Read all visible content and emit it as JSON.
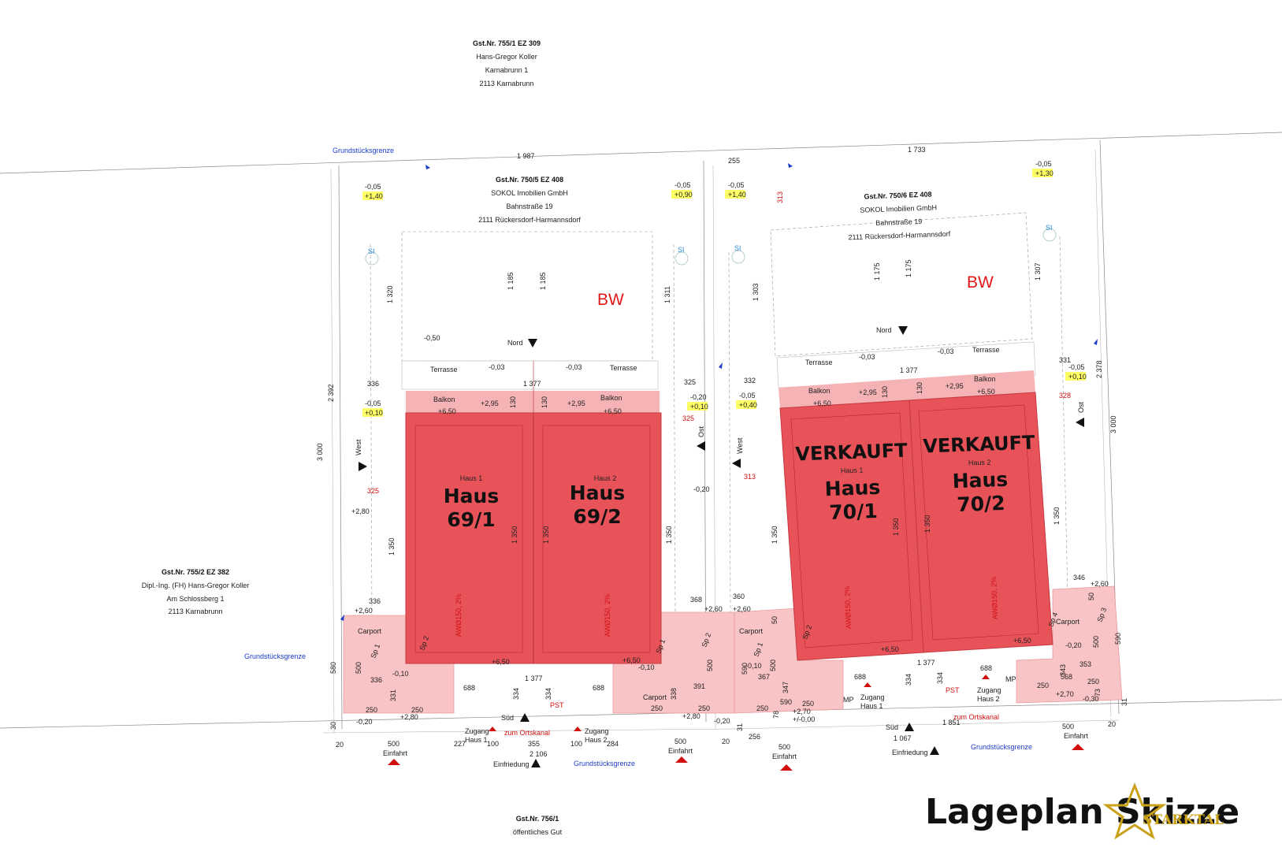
{
  "title": "Lageplan Skizze",
  "brand": "STARKTAL",
  "colors": {
    "house_red": "#e8535a",
    "balcony": "#f6b3b6",
    "carport": "#f8c4c6",
    "bw_red": "#e01818",
    "boundary_blue": "#1a3ec8"
  },
  "parcels": {
    "north": {
      "line1": "Gst.Nr. 755/1  EZ 309",
      "line2": "Hans-Gregor Koller",
      "line3": "Karnabrunn 1",
      "line4": "2113 Karnabrunn"
    },
    "left": {
      "line1": "Gst.Nr. 750/5  EZ 408",
      "line2": "SOKOL Imobilien GmbH",
      "line3": "Bahnstraße 19",
      "line4": "2111 Rückersdorf-Harmannsdorf"
    },
    "right": {
      "line1": "Gst.Nr. 750/6  EZ 408",
      "line2": "SOKOL Imobilien GmbH",
      "line3": "Bahnstraße 19",
      "line4": "2111 Rückersdorf-Harmannsdorf"
    },
    "west": {
      "line1": "Gst.Nr. 755/2  EZ 382",
      "line2": "Dipl.-Ing. (FH) Hans-Gregor Koller",
      "line3": "Am Schlossberg 1",
      "line4": "2113 Karnabrunn"
    },
    "south": {
      "line1": "Gst.Nr. 756/1",
      "line2": "öffentliches Gut"
    }
  },
  "houses": [
    {
      "small": "Haus 1",
      "big_line1": "Haus",
      "big_line2": "69/1",
      "sold": ""
    },
    {
      "small": "Haus 2",
      "big_line1": "Haus",
      "big_line2": "69/2",
      "sold": ""
    },
    {
      "small": "Haus 1",
      "big_line1": "Haus",
      "big_line2": "70/1",
      "sold": "VERKAUFT"
    },
    {
      "small": "Haus 2",
      "big_line1": "Haus",
      "big_line2": "70/2",
      "sold": "VERKAUFT"
    }
  ],
  "labels": {
    "bw": "BW",
    "nord": "Nord",
    "sued": "Süd",
    "west": "West",
    "ost": "Ost",
    "terrasse": "Terrasse",
    "balkon": "Balkon",
    "carport": "Carport",
    "grenze": "Grundstücksgrenze",
    "einfahrt": "Einfahrt",
    "einfriedung": "Einfriedung",
    "ortskanal": "zum Ortskanal",
    "zugang1": "Zugang",
    "zugang1b": "Haus 1",
    "zugang2": "Zugang",
    "zugang2b": "Haus 2",
    "si": "SI",
    "pst": "PST",
    "mp": "MP",
    "aw": "AWØ150, 2%",
    "sp1": "Sp 1",
    "sp2": "Sp 2",
    "sp3": "Sp 3",
    "sp4": "Sp 4"
  },
  "dims": {
    "d1987": "1 987",
    "d255": "255",
    "d1733": "1 733",
    "d2392": "2 392",
    "d3000a": "3 000",
    "d3000b": "3 000",
    "d2378": "2 378",
    "d1320": "1 320",
    "d1185a": "1 185",
    "d1185b": "1 185",
    "d1311": "1 311",
    "d1303": "1 303",
    "d1175a": "1 175",
    "d1175b": "1 175",
    "d1307": "1 307",
    "d336a": "336",
    "d1377a": "1 377",
    "d325a": "325",
    "d332": "332",
    "d1377b": "1 377",
    "d331": "331",
    "d130a": "130",
    "d130b": "130",
    "d130c": "130",
    "d130d": "130",
    "d1350a": "1 350",
    "d1350b": "1 350",
    "d1350c": "1 350",
    "d1350d": "1 350",
    "d1350e": "1 350",
    "d1350f": "1 350",
    "d1350g": "1 350",
    "d1350h": "1 350",
    "d336b": "336",
    "d368": "368",
    "d360": "360",
    "d346": "346",
    "d580": "580",
    "d500a": "500",
    "d336c": "336",
    "d331b": "331",
    "d250a": "250",
    "d250b": "250",
    "d688a": "688",
    "d1377c": "1 377",
    "d334a": "334",
    "d334b": "334",
    "d688b": "688",
    "d338": "338",
    "d391": "391",
    "d500b": "500",
    "d250c": "250",
    "d250d": "250",
    "d500c": "500",
    "d367": "367",
    "d347": "347",
    "d590a": "590",
    "d250e": "250",
    "d688c": "688",
    "d1377d": "1 377",
    "d334c": "334",
    "d334d": "334",
    "d688d": "688",
    "d353": "353",
    "d343": "343",
    "d568": "568",
    "d250f": "250",
    "d250g": "250",
    "d500d": "500",
    "d590b": "590",
    "d50a": "50",
    "d50b": "50",
    "d78": "78",
    "d73": "73",
    "d30": "30",
    "d20a": "20",
    "d500e": "500",
    "d227": "227",
    "d100a": "100",
    "d355": "355",
    "d100b": "100",
    "d284": "284",
    "d500f": "500",
    "d2106": "2 106",
    "d20b": "20",
    "d31a": "31",
    "d256": "256",
    "d500g": "500",
    "d1067": "1 067",
    "d1851": "1 851",
    "d500h": "500",
    "d20c": "20",
    "d31b": "31",
    "r325a": "325",
    "r325b": "325",
    "r313a": "313",
    "r313b": "313",
    "r328": "328"
  },
  "levels": {
    "l1": "-0,05",
    "l1y": "+1,40",
    "l2": "-0,05",
    "l2y": "+0,90",
    "l3": "-0,05",
    "l3y": "+1,40",
    "l4": "-0,05",
    "l4y": "+1,30",
    "l5": "-0,50",
    "l6": "-0,03",
    "l7": "-0,03",
    "l8": "-0,03",
    "l9": "-0,03",
    "l10": "+2,95",
    "l11": "+2,95",
    "l12": "+2,95",
    "l13": "+2,95",
    "l14": "+6,50",
    "l15": "+6,50",
    "l16": "+6,50",
    "l17": "+6,50",
    "l18": "-0,05",
    "l18y": "+0,10",
    "l19": "-0,20",
    "l19y": "+0,10",
    "l20": "-0,05",
    "l20y": "+0,40",
    "l21": "-0,05",
    "l21y": "+0,10",
    "l22": "+2,80",
    "l23": "-0,20",
    "l24": "+2,60",
    "l25": "+2,60",
    "l26": "+2,60",
    "l27": "+2,60",
    "l28": "-0,10",
    "l29": "+6,50",
    "l30": "+6,50",
    "l31": "-0,10",
    "l32": "-0,10",
    "l33": "+6,50",
    "l34": "+6,50",
    "l35": "-0,20",
    "l36": "-0,20",
    "l37": "+2,80",
    "l38": "+2,80",
    "l39": "-0,20",
    "l40": "+2,70",
    "l41": "+/-0,00",
    "l42": "+2,70",
    "l43": "-0,30"
  }
}
